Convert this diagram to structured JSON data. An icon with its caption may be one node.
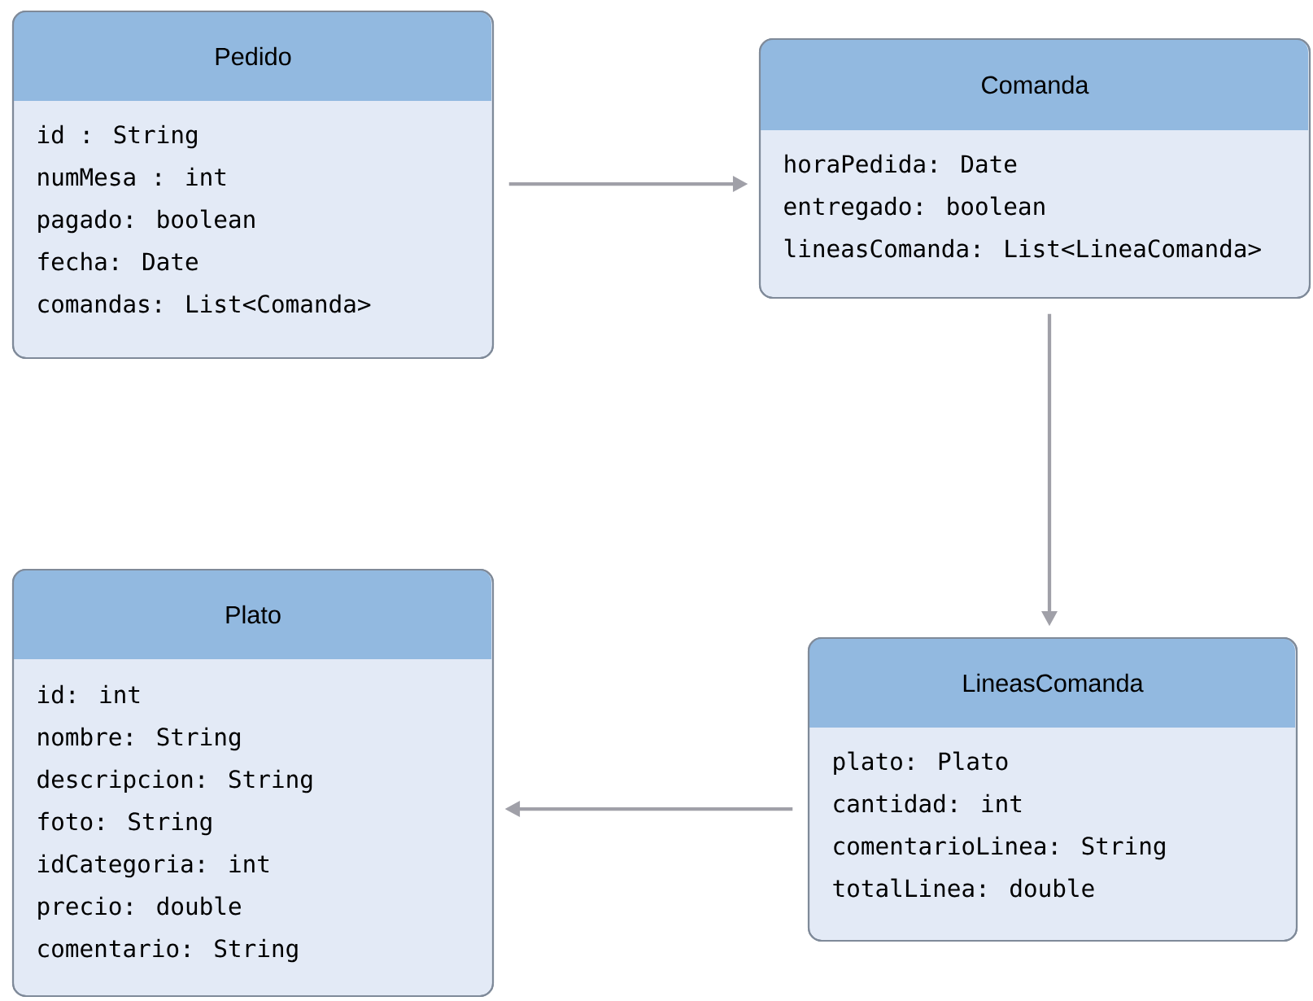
{
  "diagram": {
    "nodes": [
      {
        "text": [
          "Pedido",
          "id : String",
          "numMesa : int",
          "pagado: boolean",
          "fecha: Date",
          "comandas: List<Comanda>"
        ]
      },
      {
        "text": [
          "Comanda",
          "horaPedida: Date",
          "entregado: boolean",
          "lineasComanda: List<LineaComanda>"
        ]
      },
      {
        "text": [
          "Plato",
          "id: int",
          "nombre: String",
          "descripcion: String",
          "foto: String",
          "idCategoria: int",
          "precio: double",
          "comentario: String"
        ]
      },
      {
        "text": [
          "LineasComanda",
          "plato: Plato",
          "cantidad: int",
          "comentarioLinea: String",
          "totalLinea: double"
        ]
      }
    ],
    "edges": [
      {
        "from": 0,
        "to": 1,
        "arrow": "to"
      },
      {
        "from": 1,
        "to": 3,
        "arrow": "to"
      },
      {
        "from": 3,
        "to": 2,
        "arrow": "to"
      }
    ]
  }
}
